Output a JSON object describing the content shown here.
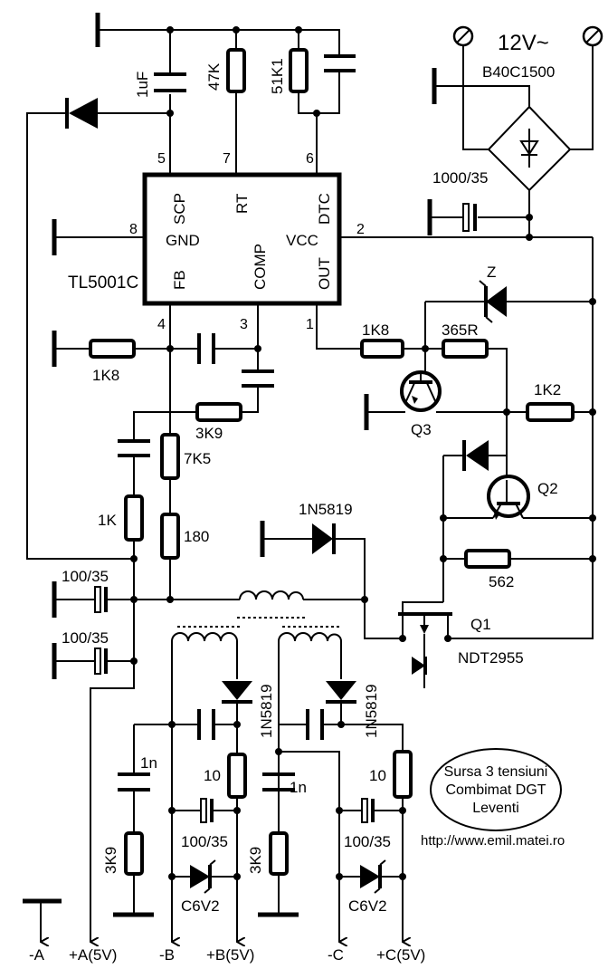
{
  "ic": {
    "part": "TL5001C",
    "pins": {
      "scp": "SCP",
      "rt": "RT",
      "dtc": "DTC",
      "gnd": "GND",
      "vcc": "VCC",
      "fb": "FB",
      "comp": "COMP",
      "out": "OUT",
      "n5": "5",
      "n7": "7",
      "n6": "6",
      "n8": "8",
      "n2": "2",
      "n4": "4",
      "n3": "3",
      "n1": "1"
    }
  },
  "supply": {
    "input": "12V~",
    "bridge": "B40C1500",
    "cap": "1000/35"
  },
  "parts": {
    "c_1uf": "1uF",
    "r_47k": "47K",
    "r_51k1": "51K1",
    "r_1k8_fb": "1K8",
    "r_3k9_comp": "3K9",
    "r_7k5": "7K5",
    "r_1k": "1K",
    "r_180": "180",
    "r_1k8_out": "1K8",
    "r_365r": "365R",
    "r_1k2": "1K2",
    "r_562": "562",
    "zener_z": "Z",
    "q3": "Q3",
    "q2": "Q2",
    "q1": "Q1",
    "q1_part": "NDT2955",
    "d_1n5819": "1N5819",
    "c_100_35_a": "100/35",
    "c_100_35_b": "100/35",
    "d_b": "1N5819",
    "d_c": "1N5819",
    "c_1n_b": "1n",
    "c_1n_c": "1n",
    "r_3k9_b": "3K9",
    "r_3k9_c": "3K9",
    "r_10_b": "10",
    "r_10_c": "10",
    "c_100_35_bout": "100/35",
    "c_100_35_cout": "100/35",
    "z_b": "C6V2",
    "z_c": "C6V2"
  },
  "outputs": {
    "a_minus": "-A",
    "a_plus": "+A(5V)",
    "b_minus": "-B",
    "b_plus": "+B(5V)",
    "c_minus": "-C",
    "c_plus": "+C(5V)"
  },
  "title_box": {
    "line1": "Sursa 3 tensiuni",
    "line2": "Combimat DGT",
    "line3": "Leventi"
  },
  "url": "http://www.emil.matei.ro"
}
